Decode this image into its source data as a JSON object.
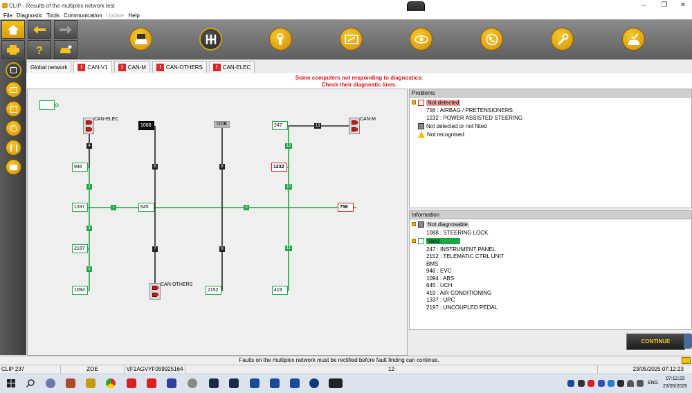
{
  "window": {
    "title": "CLIP - Results of the multiplex network test"
  },
  "menu": {
    "items": [
      "File",
      "Diagnostic",
      "Tools",
      "Communication",
      "Update",
      "Help"
    ]
  },
  "toolbar": {
    "small_buttons": [
      "home-icon",
      "back-arrow-icon",
      "forward-arrow-icon",
      "printer-icon",
      "help-icon",
      "vehicle-key-icon"
    ],
    "big_buttons": [
      "vehicle-ecu-icon",
      "gearbox-icon",
      "touch-test-icon",
      "screen-check-icon",
      "ear-eye-icon",
      "phone-support-icon",
      "wrench-icon",
      "vehicle-check-icon"
    ]
  },
  "sidebar": {
    "buttons": [
      "network-icon",
      "book-icon",
      "diagram-icon",
      "settings-diagram-icon",
      "sliders-icon",
      "id-card-icon"
    ]
  },
  "tabs": [
    {
      "label": "Global network",
      "error": false
    },
    {
      "label": "CAN-V1",
      "error": true
    },
    {
      "label": "CAN-M",
      "error": true
    },
    {
      "label": "CAN-OTHERS",
      "error": true
    },
    {
      "label": "CAN-ELEC",
      "error": true
    }
  ],
  "warning": {
    "line1": "Some computers not responding to diagnostics:",
    "line2": "Check their diagnostic lines."
  },
  "diagram": {
    "nodes": {
      "n946": "946",
      "n1337": "1337",
      "n2197": "2197",
      "n1094": "1094",
      "n1088": "1088",
      "n645": "645",
      "n2152": "2152",
      "nodb": "ODB",
      "n247": "247",
      "n1232": "1232",
      "n419": "419",
      "n756": "756"
    },
    "ecu_labels": {
      "elec": "CAN-ELEC",
      "others": "CAN-OTHERS",
      "m": "CAN-M"
    },
    "segments": {
      "s1": "1",
      "s2": "2",
      "s3": "3",
      "s4": "4",
      "s5": "5",
      "s6": "6",
      "s7": "7",
      "s8": "8",
      "s9": "9",
      "s10": "10",
      "s11": "11",
      "s12": "12",
      "s13": "13",
      "s0": "0"
    }
  },
  "problems": {
    "header": "Problems",
    "not_detected": "Not detected",
    "items": [
      "756 : AIRBAG / PRETENSIONERS",
      "1232 : POWER ASSISTED STEERING"
    ],
    "not_fitted": "Not detected or not fitted",
    "not_recognised": "Not recognised",
    "colors": {
      "not_detected": "#f4a0a0",
      "not_fitted": "#888888",
      "warning": "#f2c200"
    }
  },
  "information": {
    "header": "Information",
    "not_diagnosable": "Not diagnosable",
    "not_diagnosable_items": [
      "1088 : STEERING LOCK"
    ],
    "valid": "Valid",
    "valid_items": [
      "247 : INSTRUMENT PANEL",
      "2152 : TELEMATIC CTRL UNIT",
      "BMS",
      "946 : EVC",
      "1094 : ABS",
      "645 : UCH",
      "419 : AIR CONDITIONING",
      "1337 : UPC",
      "2197 : UNCOUPLED PEDAL"
    ],
    "colors": {
      "valid": "#1fa645",
      "not_diagnosable": "#999999"
    }
  },
  "continue_label": "CONTINUE",
  "status": {
    "fault_msg": "Faults on the multiplex network must be rectified before fault finding can continue."
  },
  "status2": {
    "clip": "CLIP 237",
    "vehicle": "ZOE",
    "vin": "VF1AGVYF059925164",
    "count": "12",
    "datetime": "23/05/2025 07:12:23"
  },
  "taskbar": {
    "lang": "ENG",
    "time": "07:12:23",
    "date": "23/05/2025"
  },
  "colors": {
    "accent": "#f2c220",
    "error": "#d8262a",
    "valid": "#1fa645"
  }
}
